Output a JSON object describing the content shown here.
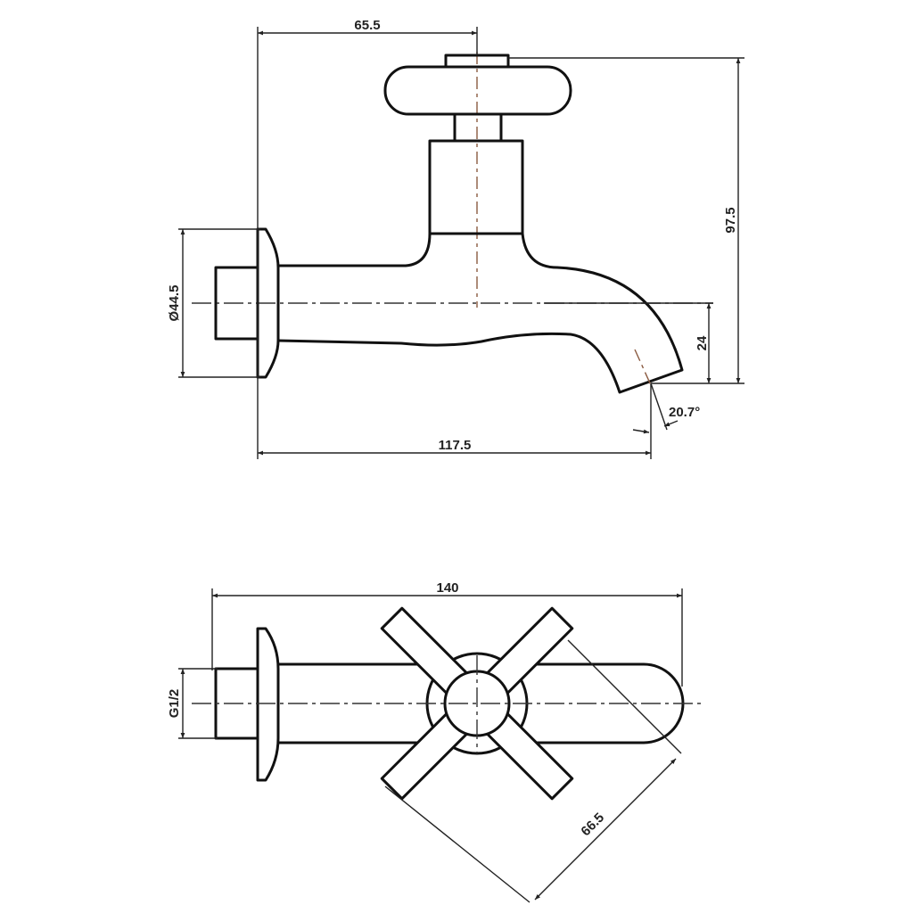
{
  "title": "Bib tap dimension drawing",
  "side_view": {
    "dim_handle_offset": "65.5",
    "dim_height": "97.5",
    "dim_flange_diameter": "Ø44.5",
    "dim_spout_drop": "24",
    "dim_spout_angle": "20.7°",
    "dim_projection": "117.5"
  },
  "top_view": {
    "dim_length": "140",
    "dim_thread": "G1/2",
    "dim_handle_span": "66.5"
  },
  "colors": {
    "outline": "#111111",
    "centerline_accent": "#8a5a40"
  }
}
